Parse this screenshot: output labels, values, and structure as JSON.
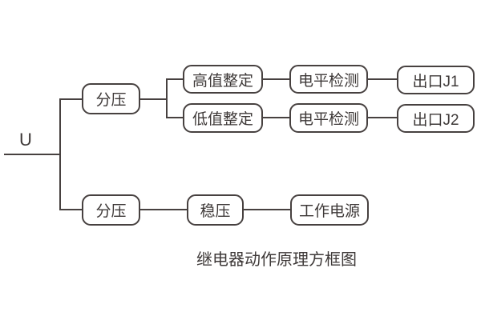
{
  "diagram": {
    "input_label": "U",
    "caption": "继电器动作原理方框图",
    "colors": {
      "stroke": "#474140",
      "text": "#3e3938",
      "background": "#ffffff"
    },
    "nodes": {
      "divider_top": "分压",
      "high_setting": "高值整定",
      "low_setting": "低值整定",
      "level_detect_top": "电平检测",
      "level_detect_bottom": "电平检测",
      "output_j1": "出口J1",
      "output_j2": "出口J2",
      "divider_bottom": "分压",
      "regulator": "稳压",
      "working_power": "工作电源"
    }
  }
}
